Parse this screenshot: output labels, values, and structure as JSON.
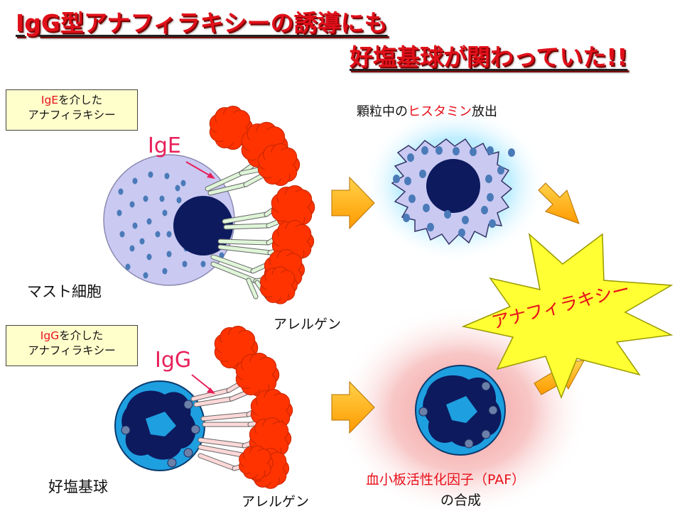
{
  "title": {
    "line1": "IgG型アナフィラキシーの誘導にも",
    "line2": "好塩基球が関わっていた!!"
  },
  "ige_box": {
    "highlight": "IgE",
    "line1_rest": "を介した",
    "line2": "アナフィラキシー"
  },
  "igg_box": {
    "highlight": "IgG",
    "line1_rest": "を介した",
    "line2": "アナフィラキシー"
  },
  "antibody_ige": "IgE",
  "antibody_igg": "IgG",
  "mast_cell_label": "マスト細胞",
  "basophil_label": "好塩基球",
  "allergen_top": "アレルゲン",
  "allergen_bottom": "アレルゲン",
  "histamine_caption": {
    "pre": "顆粒中の",
    "highlight": "ヒスタミン",
    "post": "放出"
  },
  "paf_caption": {
    "line1": "血小板活性化因子（PAF）",
    "line2": "の合成"
  },
  "anaphylaxis_label": "アナフィラキシー",
  "colors": {
    "title_red": "#e0101a",
    "box_fill": "#ffffcc",
    "mast_cell": "#c9c9f2",
    "nucleus": "#0d1a5e",
    "granule": "#4a7ab8",
    "basophil": "#1e9fe0",
    "allergen": "#ff3300",
    "arrow": "#ffb000",
    "burst": "#ffff33",
    "ige_receptor": "#dff5d8",
    "igg_receptor": "#ffd8d8",
    "histamine_glow": "#b8ecff",
    "paf_glow": "#f4a0a0"
  }
}
